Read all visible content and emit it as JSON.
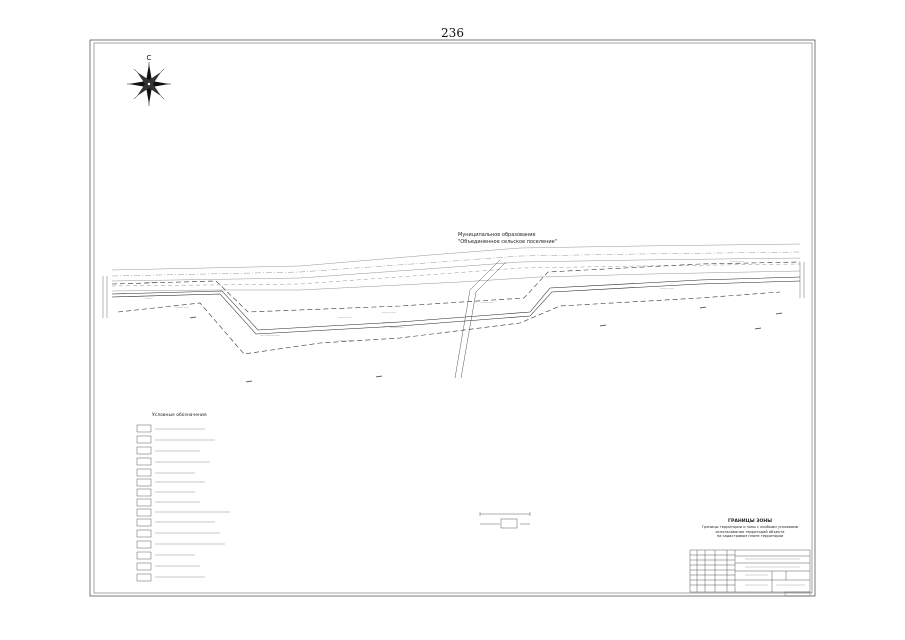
{
  "page_number": "236",
  "compass": {
    "north_label": "С"
  },
  "municipality": {
    "line1": "Муниципальное образование",
    "line2": "\"Объединенное сельское поселение\""
  },
  "legend": {
    "title": "Условные обозначения"
  },
  "plan_title": {
    "heading": "ГРАНИЦЫ ЗОНЫ",
    "line1": "Границы территории и зоны с особыми условиями",
    "line2": "использования территорий объекта",
    "line3": "на кадастровом плане территории"
  }
}
